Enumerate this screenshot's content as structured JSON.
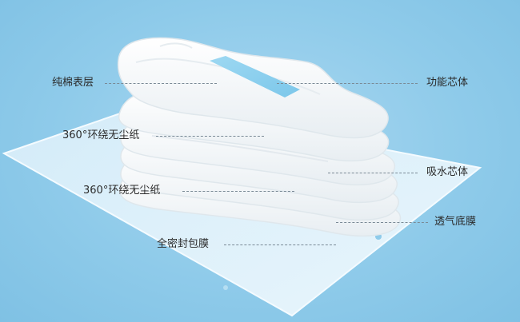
{
  "labels": {
    "top_layer": "纯棉表层",
    "functional_core": "功能芯体",
    "nonwoven_1": "360°环绕无尘纸",
    "absorbent_core": "吸水芯体",
    "nonwoven_2": "360°环绕无尘纸",
    "breathable_film": "透气底膜",
    "sealed_wrap": "全密封包膜"
  },
  "colors": {
    "background": "#8fcbea",
    "pad": "#ffffff",
    "core_strip": "#8ed0ee",
    "label_text": "#2b2b2b"
  }
}
